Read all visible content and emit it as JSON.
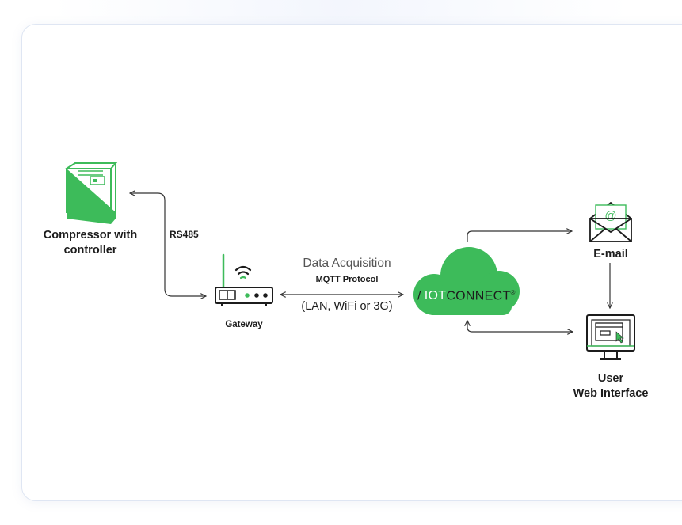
{
  "compressor": {
    "line1": "Compressor with",
    "line2": "controller"
  },
  "link_rs485": "RS485",
  "gateway": {
    "label": "Gateway"
  },
  "connection": {
    "title": "Data Acquisition",
    "protocol": "MQTT Protocol",
    "transport": "(LAN, WiFi or 3G)"
  },
  "cloud": {
    "slash": "/",
    "brand_iot": "IOT",
    "brand_connect": "CONNECT",
    "mark": "®"
  },
  "email": {
    "label": "E-mail",
    "symbol": "@"
  },
  "user": {
    "line1": "User",
    "line2": "Web Interface"
  },
  "colors": {
    "accent_green": "#3dbb5a",
    "line": "#333333",
    "text": "#1c1c1c"
  }
}
